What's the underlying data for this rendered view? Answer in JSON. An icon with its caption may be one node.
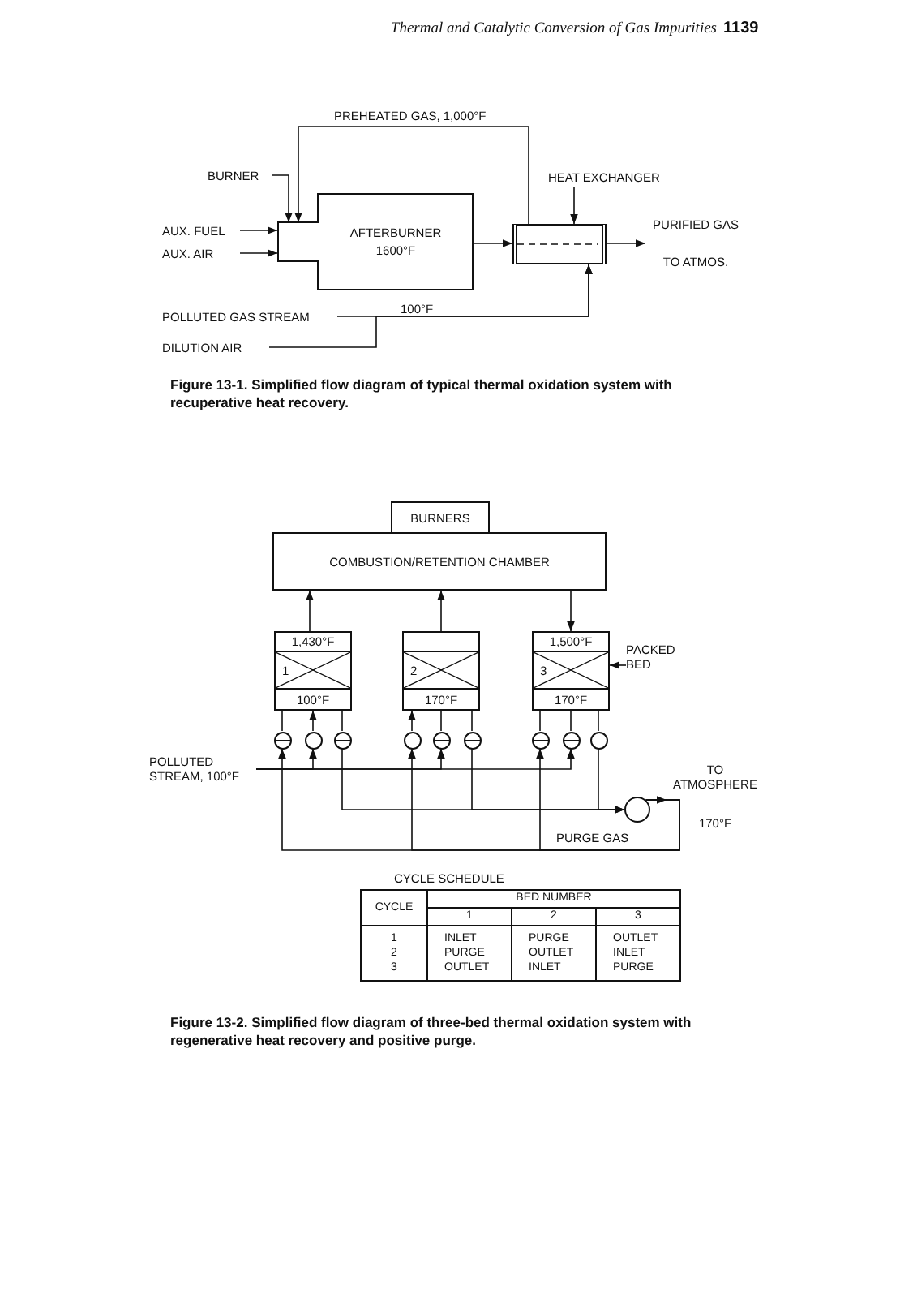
{
  "diagram": {
    "nodes": [
      {
        "text": [
          "AFTERBURNER",
          "1600°F"
        ]
      },
      {
        "text": [],
        "shape": "box"
      },
      {
        "text": [
          "BURNER"
        ]
      },
      {
        "text": [
          "HEAT EXCHANGER"
        ]
      },
      {
        "text": [
          "AUX. FUEL"
        ]
      },
      {
        "text": [
          "AUX. AIR"
        ]
      },
      {
        "text": [
          "POLLUTED GAS STREAM"
        ]
      },
      {
        "text": [
          "DILUTION AIR"
        ]
      },
      {
        "text": [
          "BURNERS"
        ]
      },
      {
        "text": [
          "COMBUSTION/RETENTION CHAMBER"
        ]
      },
      {
        "text": [
          "1,430°F",
          "1",
          "100°F"
        ]
      },
      {
        "text": [
          "2",
          "170°F"
        ]
      },
      {
        "text": [
          "1,500°F",
          "3",
          "170°F"
        ]
      },
      {
        "text": [
          "PACKED BED"
        ]
      },
      {
        "text": [],
        "shape": "circle"
      },
      {
        "text": [],
        "shape": "circle"
      },
      {
        "text": [],
        "shape": "circle"
      },
      {
        "text": [],
        "shape": "circle"
      },
      {
        "text": [],
        "shape": "circle"
      },
      {
        "text": [],
        "shape": "circle"
      },
      {
        "text": [],
        "shape": "circle"
      },
      {
        "text": [],
        "shape": "circle"
      },
      {
        "text": [],
        "shape": "circle"
      },
      {
        "text": [
          "POLLUTED STREAM, 100°F"
        ]
      },
      {
        "text": [],
        "shape": "circle"
      },
      {
        "text": [
          "PURIFIED GAS",
          "TO ATMOS."
        ]
      },
      {
        "text": [
          "TO ATMOSPHERE",
          "170°F"
        ]
      }
    ],
    "edges": [
      {
        "from": 1,
        "to": 0,
        "arrow": "to",
        "label": "PREHEATED GAS, 1,000°F"
      },
      {
        "from": 2,
        "to": 0,
        "arrow": "to"
      },
      {
        "from": 3,
        "to": 1,
        "arrow": "to"
      },
      {
        "from": 4,
        "to": 0,
        "arrow": "to"
      },
      {
        "from": 5,
        "to": 0,
        "arrow": "to"
      },
      {
        "from": 0,
        "to": 1,
        "arrow": "to"
      },
      {
        "from": 1,
        "to": 25,
        "arrow": "to"
      },
      {
        "from": 6,
        "to": 1,
        "arrow": "to",
        "label": "100°F"
      },
      {
        "from": 7,
        "to": 1,
        "arrow": "to"
      },
      {
        "from": 10,
        "to": 9,
        "arrow": "to"
      },
      {
        "from": 11,
        "to": 9,
        "arrow": "to"
      },
      {
        "from": 9,
        "to": 12,
        "arrow": "to"
      },
      {
        "from": 13,
        "to": 12,
        "arrow": "to"
      },
      {
        "from": 10,
        "to": 14,
        "arrow": "none"
      },
      {
        "from": 15,
        "to": 10,
        "arrow": "to"
      },
      {
        "from": 10,
        "to": 16,
        "arrow": "none"
      },
      {
        "from": 17,
        "to": 11,
        "arrow": "to"
      },
      {
        "from": 11,
        "to": 18,
        "arrow": "none"
      },
      {
        "from": 11,
        "to": 19,
        "arrow": "none"
      },
      {
        "from": 12,
        "to": 20,
        "arrow": "none"
      },
      {
        "from": 12,
        "to": 21,
        "arrow": "none"
      },
      {
        "from": 12,
        "to": 22,
        "arrow": "none"
      },
      {
        "from": 23,
        "to": 15,
        "arrow": "to"
      },
      {
        "from": 23,
        "to": 18,
        "arrow": "to"
      },
      {
        "from": 23,
        "to": 21,
        "arrow": "to"
      },
      {
        "from": 16,
        "to": 24,
        "arrow": "to"
      },
      {
        "from": 19,
        "to": 24,
        "arrow": "to"
      },
      {
        "from": 22,
        "to": 24,
        "arrow": "to"
      },
      {
        "from": 24,
        "to": 26,
        "arrow": "to"
      },
      {
        "from": 24,
        "to": 14,
        "arrow": "to"
      },
      {
        "from": 24,
        "to": 17,
        "arrow": "to"
      },
      {
        "from": 24,
        "to": 20,
        "arrow": "to"
      }
    ],
    "labels": [
      "Thermal and Catalytic Conversion of Gas Impurities",
      "1139",
      "Figure 13-1. Simplified flow diagram of typical thermal oxidation system with recuperative heat recovery.",
      "PURGE GAS",
      "CYCLE SCHEDULE",
      "CYCLE",
      "BED NUMBER",
      "1",
      "2",
      "3",
      "1",
      "INLET",
      "PURGE",
      "OUTLET",
      "2",
      "PURGE",
      "OUTLET",
      "INLET",
      "3",
      "OUTLET",
      "INLET",
      "PURGE",
      "Figure 13-2. Simplified flow diagram of three-bed thermal oxidation system with regenerative heat recovery and positive purge."
    ]
  }
}
